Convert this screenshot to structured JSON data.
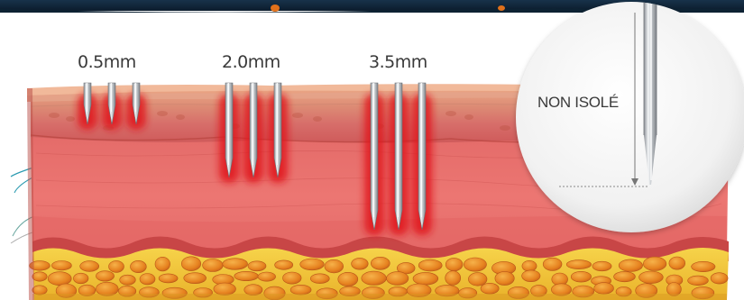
{
  "needle_depths": [
    {
      "label": "0.5mm"
    },
    {
      "label": "2.0mm"
    },
    {
      "label": "3.5mm"
    }
  ],
  "callout": {
    "label": "NON ISOLÉ"
  },
  "colors": {
    "skin_top": "#e9a07a",
    "epidermis": "#d9736a",
    "dermis": "#e56a68",
    "dermis_dark": "#c94848",
    "fat": "#f2a22a",
    "fat_lobule": "#e07a1f",
    "fat_bg": "#f3c93a",
    "needle_glow": "#e0141c",
    "needle_metal": "#c8ccd0"
  }
}
